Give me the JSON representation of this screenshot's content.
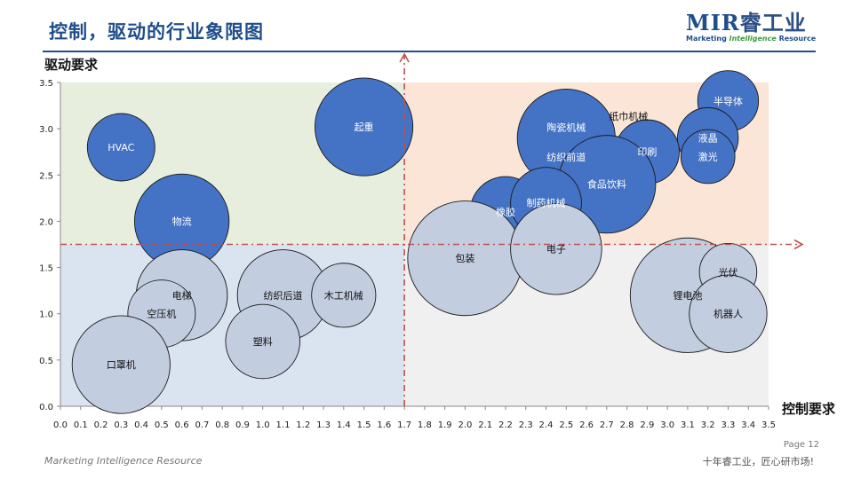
{
  "header": {
    "title": "控制，驱动的行业象限图",
    "logo_text": "MIR",
    "logo_cn": "睿工业",
    "logo_sub_1": "Marketing ",
    "logo_sub_2": "Intelligence",
    "logo_sub_3": " Resource"
  },
  "footer": {
    "left": "Marketing Intelligence Resource",
    "right": "十年睿工业，匠心研市场!",
    "page": "Page 12"
  },
  "colors": {
    "q_top_left": "#e7eedd",
    "q_top_right": "#fbe5d6",
    "q_bottom_left": "#dae3f0",
    "q_bottom_right": "#f0f0f0",
    "bubble_high": "#4472c4",
    "bubble_low": "#c3cde0",
    "bubble_stroke": "#1a1a1a",
    "divider": "#c0504d"
  },
  "chart_data": {
    "type": "bubble",
    "xlabel": "控制要求",
    "ylabel": "驱动要求",
    "xlim": [
      0,
      3.5
    ],
    "ylim": [
      0,
      3.5
    ],
    "x_ticks": [
      "0.0",
      "0.1",
      "0.2",
      "0.3",
      "0.4",
      "0.5",
      "0.6",
      "0.7",
      "0.8",
      "0.9",
      "1.0",
      "1.1",
      "1.2",
      "1.3",
      "1.4",
      "1.5",
      "1.6",
      "1.7",
      "1.8",
      "1.9",
      "2.0",
      "2.1",
      "2.2",
      "2.3",
      "2.4",
      "2.5",
      "2.6",
      "2.7",
      "2.8",
      "2.9",
      "3.0",
      "3.1",
      "3.2",
      "3.3",
      "3.4",
      "3.5"
    ],
    "y_ticks": [
      "0.0",
      "0.5",
      "1.0",
      "1.5",
      "2.0",
      "2.5",
      "3.0",
      "3.5"
    ],
    "x_divider": 1.7,
    "y_divider": 1.75,
    "points": [
      {
        "label": "HVAC",
        "x": 0.3,
        "y": 2.8,
        "size": 1.0,
        "group": "high"
      },
      {
        "label": "起重",
        "x": 1.5,
        "y": 3.02,
        "size": 1.45,
        "group": "high"
      },
      {
        "label": "物流",
        "x": 0.6,
        "y": 2.0,
        "size": 1.4,
        "group": "high"
      },
      {
        "label": "半导体",
        "x": 3.3,
        "y": 3.3,
        "size": 0.9,
        "group": "high"
      },
      {
        "label": "液晶",
        "x": 3.2,
        "y": 2.9,
        "size": 0.9,
        "group": "high"
      },
      {
        "label": "激光",
        "x": 3.2,
        "y": 2.7,
        "size": 0.8,
        "group": "high"
      },
      {
        "label": "纸巾机械",
        "x": 2.5,
        "y": 3.0,
        "size": 0.0,
        "group": "text"
      },
      {
        "label": "陶瓷机械",
        "x": 2.5,
        "y": 2.9,
        "size": 1.45,
        "group": "high"
      },
      {
        "label": "纺织前道",
        "x": 2.5,
        "y": 2.75,
        "size": 0.0,
        "group": "text"
      },
      {
        "label": "印刷",
        "x": 2.9,
        "y": 2.75,
        "size": 0.95,
        "group": "high"
      },
      {
        "label": "食品饮料",
        "x": 2.7,
        "y": 2.4,
        "size": 1.45,
        "group": "high"
      },
      {
        "label": "橡胶",
        "x": 2.2,
        "y": 2.1,
        "size": 1.05,
        "group": "high"
      },
      {
        "label": "制药机械",
        "x": 2.4,
        "y": 2.2,
        "size": 1.05,
        "group": "high"
      },
      {
        "label": "包装",
        "x": 2.0,
        "y": 1.6,
        "size": 1.7,
        "group": "low"
      },
      {
        "label": "电子",
        "x": 2.45,
        "y": 1.7,
        "size": 1.35,
        "group": "low"
      },
      {
        "label": "电梯",
        "x": 0.6,
        "y": 1.2,
        "size": 1.35,
        "group": "low"
      },
      {
        "label": "空压机",
        "x": 0.5,
        "y": 1.0,
        "size": 1.0,
        "group": "low"
      },
      {
        "label": "纺织后道",
        "x": 1.1,
        "y": 1.2,
        "size": 1.35,
        "group": "low"
      },
      {
        "label": "木工机械",
        "x": 1.4,
        "y": 1.2,
        "size": 0.95,
        "group": "low"
      },
      {
        "label": "塑料",
        "x": 1.0,
        "y": 0.7,
        "size": 1.1,
        "group": "low"
      },
      {
        "label": "口罩机",
        "x": 0.3,
        "y": 0.45,
        "size": 1.45,
        "group": "low"
      },
      {
        "label": "锂电池",
        "x": 3.1,
        "y": 1.2,
        "size": 1.7,
        "group": "low"
      },
      {
        "label": "光伏",
        "x": 3.3,
        "y": 1.45,
        "size": 0.85,
        "group": "low"
      },
      {
        "label": "机器人",
        "x": 3.3,
        "y": 1.0,
        "size": 1.15,
        "group": "low"
      }
    ]
  }
}
